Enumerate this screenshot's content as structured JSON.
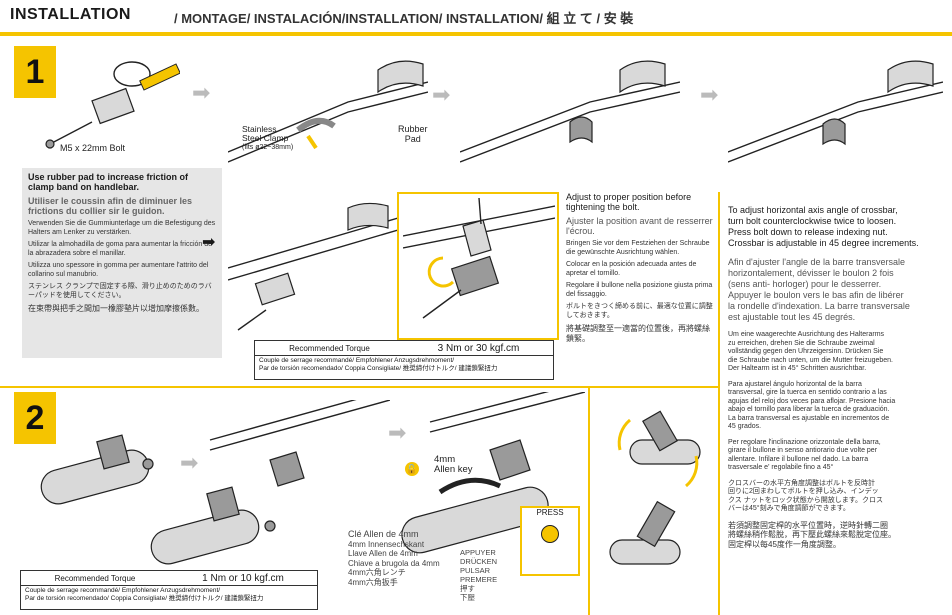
{
  "header": {
    "title": "INSTALLATION",
    "subtitle": "/ MONTAGE/ INSTALACIÓN/INSTALLATION/ INSTALLATION/ 組 立 て / 安 裝"
  },
  "step1": {
    "number": "1",
    "bolt_label": "M5 x 22mm Bolt",
    "clamp_label": [
      "Stainless",
      "Steel Clamp",
      "(fits ø22~38mm)"
    ],
    "pad_label": [
      "Rubber",
      "Pad"
    ],
    "gray_box": {
      "en": "Use rubber pad to increase friction of clamp band on handlebar.",
      "fr": "Utiliser le coussin afin de diminuer les frictions du collier sir le guidon.",
      "de": "Verwenden Sie die Gummiunterlage um die Befestigung des Halters am Lenker zu verstärken.",
      "es": "Utilizar la almohadilla de goma para aumentar la fricción de la abrazadera sobre el manillar.",
      "it": "Utilizza uno spessore in gomma per aumentare l'attrito del collarino sul manubrio.",
      "ja": "ステンレス クランプで固定する際、滑り止めのためのラバーパッドを使用してください。",
      "zh": "在束帶與把手之間加一橡膠墊片以增加摩擦係數。"
    },
    "adjust_text": {
      "en": "Adjust to proper position before tightening the bolt.",
      "fr": "Ajuster la position avant de resserrer l'écrou.",
      "de": "Bringen Sie vor dem Festziehen der Schraube die gewünschte Ausrichtung wählen.",
      "es": "Colocar en la posición adecuada antes de apretar el tornillo.",
      "it": "Regolare il bullone nella posizione giusta prima del fissaggio.",
      "ja": "ボルトをきつく締める前に、最適な位置に調整しておきます。",
      "zh": "將基礎調整至一適當的位置後，再將螺絲鎖緊。"
    },
    "torque": {
      "label": "Recommended Torque",
      "value": "3 Nm or 30 kgf.cm",
      "translations": [
        "Couple de serrage recommandé/ Empfohlener Anzugsdrehmoment/",
        "Par de torsión recomendado/ Coppia Consigliate/ 推奨締付けトルク/ 建議鎖緊扭力"
      ]
    }
  },
  "right_column": {
    "en": [
      "To adjust horizontal axis angle of crossbar,",
      "turn bolt counterclockwise twice to loosen.",
      "Press bolt down to release indexing nut.",
      "Crossbar is adjustable in 45 degree increments."
    ],
    "fr": [
      "Afin d'ajuster l'angle de la barre transversale",
      "horizontalement, dévisser le boulon 2 fois",
      "(sens anti- horloger) pour le desserrer.",
      "Appuyer le boulon vers le bas afin de libérer",
      "la rondelle d'indexation. La barre transversale",
      "est ajustable tout les 45 degrés."
    ],
    "de": [
      "Um eine waagerechte Ausrichtung des Halterarms",
      "zu erreichen, drehen Sie die Schraube zweimal",
      "vollständig gegen den Uhrzeigersinn. Drücken Sie",
      "die Schraube nach unten, um die Mutter freizugeben.",
      "Der Haltearm ist in 45° Schritten ausrichtbar."
    ],
    "es": [
      "Para ajustarel ángulo horizontal de la barra",
      "transversal, gire la tuerca en sentido contrario a las",
      "agujas del reloj dos veces para aflojar. Presione hacia",
      "abajo el tornillo para liberar la tuerca de graduación.",
      "La barra transversal es ajustable en incrementos de",
      "45 grados."
    ],
    "it": [
      "Per regolare l'inclinazione orizzontale della barra,",
      "girare il bullone in senso antiorario due volte per",
      "allentare. Infilare il bullone nel dado. La barra",
      "trasversale e' regolabile fino a 45°"
    ],
    "ja": [
      "クロスバーの水平方角度調整はボルトを反時計",
      "回りに2回まわしてボルトを押し込み、インデッ",
      "クス ナットをロック状態から開放します。クロス",
      "バーは45°刻みで角度調節ができます。"
    ],
    "zh": [
      "若須調整固定桿的水平位置時，逆時針轉二圈",
      "將螺絲稍作鬆脫，再下壓此螺絲來鬆脫定位座。",
      "固定桿以每45度作一角度調整。"
    ]
  },
  "step2": {
    "number": "2",
    "allen_key": [
      "4mm",
      "Allen key"
    ],
    "allen_translations": [
      "Clé Allen de 4mm",
      "4mm Innensechskant",
      "Llave Allen de 4mm",
      "Chiave a brugola da 4mm",
      "4mm六角レンチ",
      "4mm六角扳手"
    ],
    "press_label": "PRESS",
    "press_translations": [
      "APPUYER",
      "DRÜCKEN",
      "PULSAR",
      "PREMERE",
      "押す",
      "下壓"
    ],
    "torque": {
      "label": "Recommended Torque",
      "value": "1 Nm or 10 kgf.cm",
      "translations": [
        "Couple de serrage recommandé/ Empfohlener Anzugsdrehmoment/",
        "Par de torsión recomendado/ Coppia Consigliate/ 推奨締付けトルク/ 建議鎖緊扭力"
      ]
    }
  },
  "colors": {
    "accent": "#f5c400",
    "gray_panel": "#e6e6e6"
  }
}
